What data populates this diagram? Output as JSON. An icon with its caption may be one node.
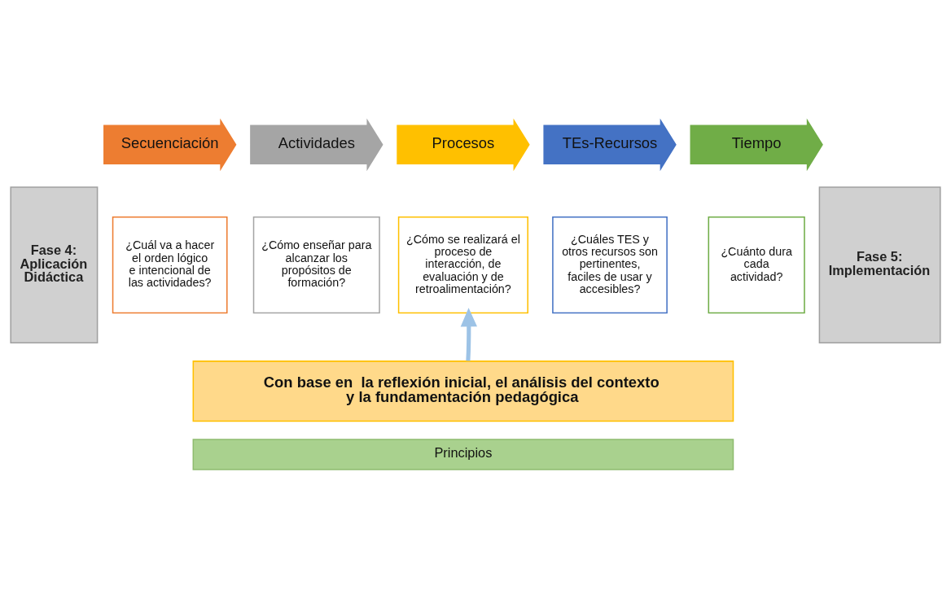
{
  "diagram": {
    "nodes": [
      {
        "text": [
          "Fase 4: Aplicación Didáctica"
        ]
      },
      {
        "text": [
          "Secuenciación"
        ]
      },
      {
        "text": [
          "¿Cuál va a hacer el orden lógico e intencional de las actividades?"
        ]
      },
      {
        "text": [
          "Actividades"
        ]
      },
      {
        "text": [
          "¿Cómo enseñar para alcanzar los propósitos de formación?"
        ]
      },
      {
        "text": [
          "Procesos"
        ]
      },
      {
        "text": [
          "¿Cómo se realizará el proceso de interacción, de evaluación y de retroalimentación?"
        ]
      },
      {
        "text": [
          "TEs-Recursos"
        ]
      },
      {
        "text": [
          "¿Cuáles TES y otros recursos son pertinentes, faciles de usar y accesibles?"
        ]
      },
      {
        "text": [
          "Tiempo"
        ]
      },
      {
        "text": [
          "¿Cuánto dura cada actividad?"
        ]
      },
      {
        "text": [
          "Con base en  la reflexión inicial, el análisis del contexto y la fundamentación pedagógica"
        ]
      },
      {
        "text": [
          "Fase 5: Implementación"
        ]
      },
      {
        "text": [
          "Principios"
        ]
      }
    ],
    "edges": [
      {
        "from": 11,
        "to": 6,
        "arrow": "to"
      }
    ]
  }
}
